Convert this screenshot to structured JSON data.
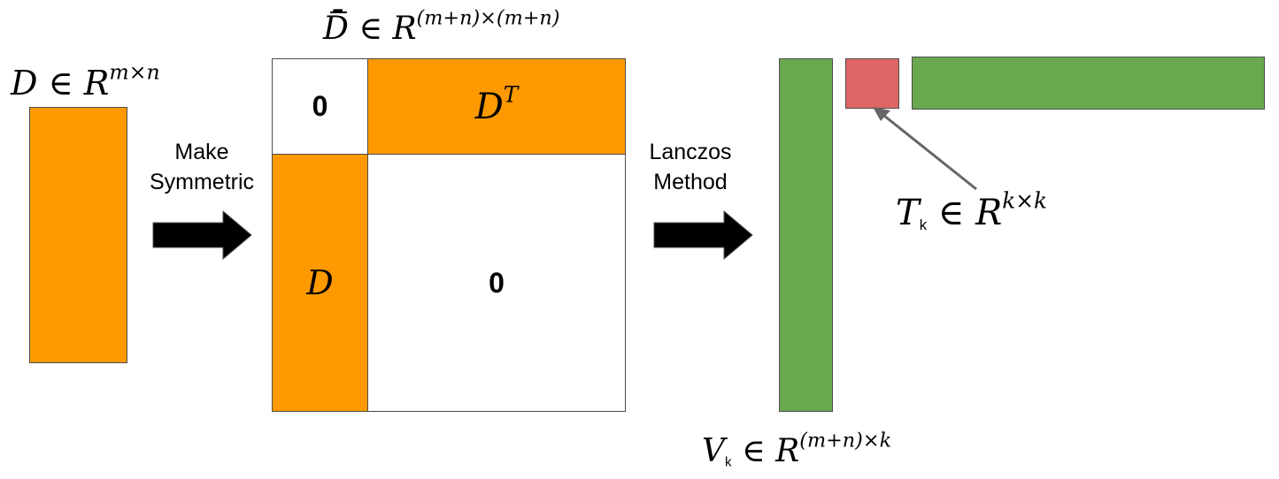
{
  "input": {
    "label": {
      "sym": "D",
      "set": "R",
      "sup": "m×n"
    }
  },
  "step1": {
    "line1": "Make",
    "line2": "Symmetric"
  },
  "symmetric": {
    "label": {
      "sym": "D̄",
      "set": "R",
      "sup": "(m+n)×(m+n)"
    },
    "top_left": "0",
    "top_right": {
      "sym": "D",
      "sup": "T"
    },
    "bottom_left": "D",
    "bottom_right": "0"
  },
  "step2": {
    "line1": "Lanczos",
    "line2": "Method"
  },
  "output": {
    "t_label": {
      "sym": "T",
      "sub": "k",
      "set": "R",
      "sup": "k×k"
    },
    "v_label": {
      "sym": "V",
      "sub": "k",
      "set": "R",
      "sup": "(m+n)×k"
    }
  },
  "colors": {
    "orange": "#ff9900",
    "green": "#6aa84f",
    "red": "#e06666",
    "border": "#4d4d4d",
    "pointer": "#666666"
  }
}
